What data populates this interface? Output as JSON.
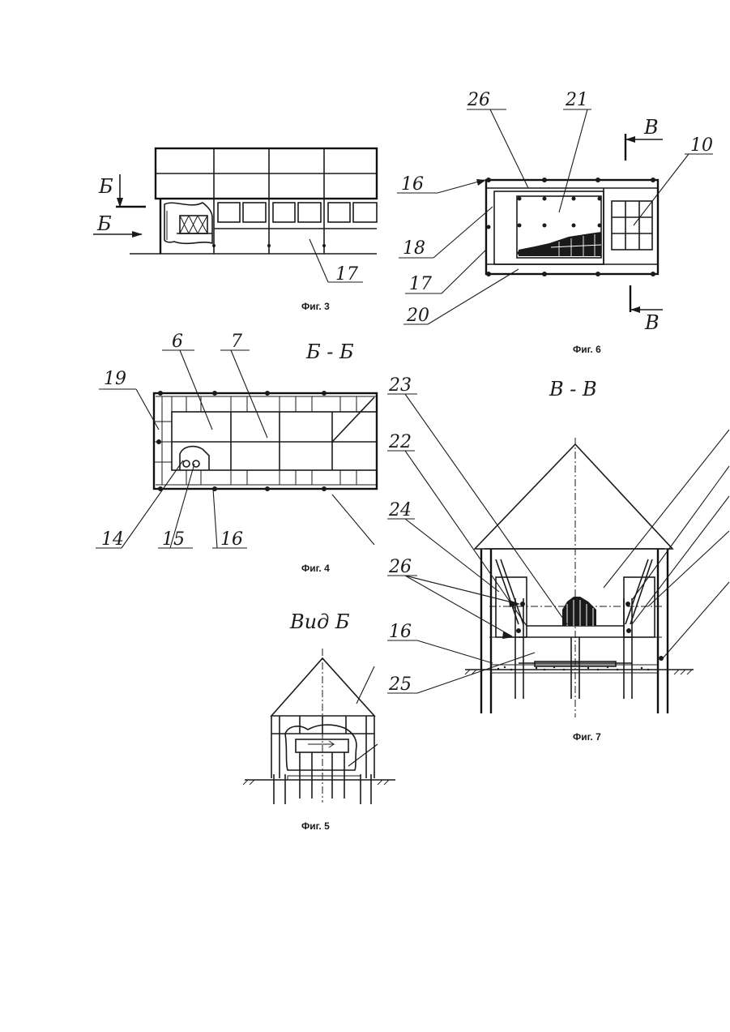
{
  "captions": {
    "fig3": "Фиг. 3",
    "fig4": "Фиг. 4",
    "fig5": "Фиг. 5",
    "fig6": "Фиг. 6",
    "fig7": "Фиг. 7"
  },
  "section_titles": {
    "b_b": "Б - Б",
    "v_v": "В - В",
    "vid_b": "Вид Б"
  },
  "section_markers": {
    "b": "Б",
    "v": "В"
  },
  "labels": {
    "n6": "6",
    "n7": "7",
    "n10": "10",
    "n14": "14",
    "n15": "15",
    "n16": "16",
    "n17": "17",
    "n18": "18",
    "n19": "19",
    "n20": "20",
    "n21": "21",
    "n22": "22",
    "n23": "23",
    "n24": "24",
    "n25": "25",
    "n26": "26"
  }
}
